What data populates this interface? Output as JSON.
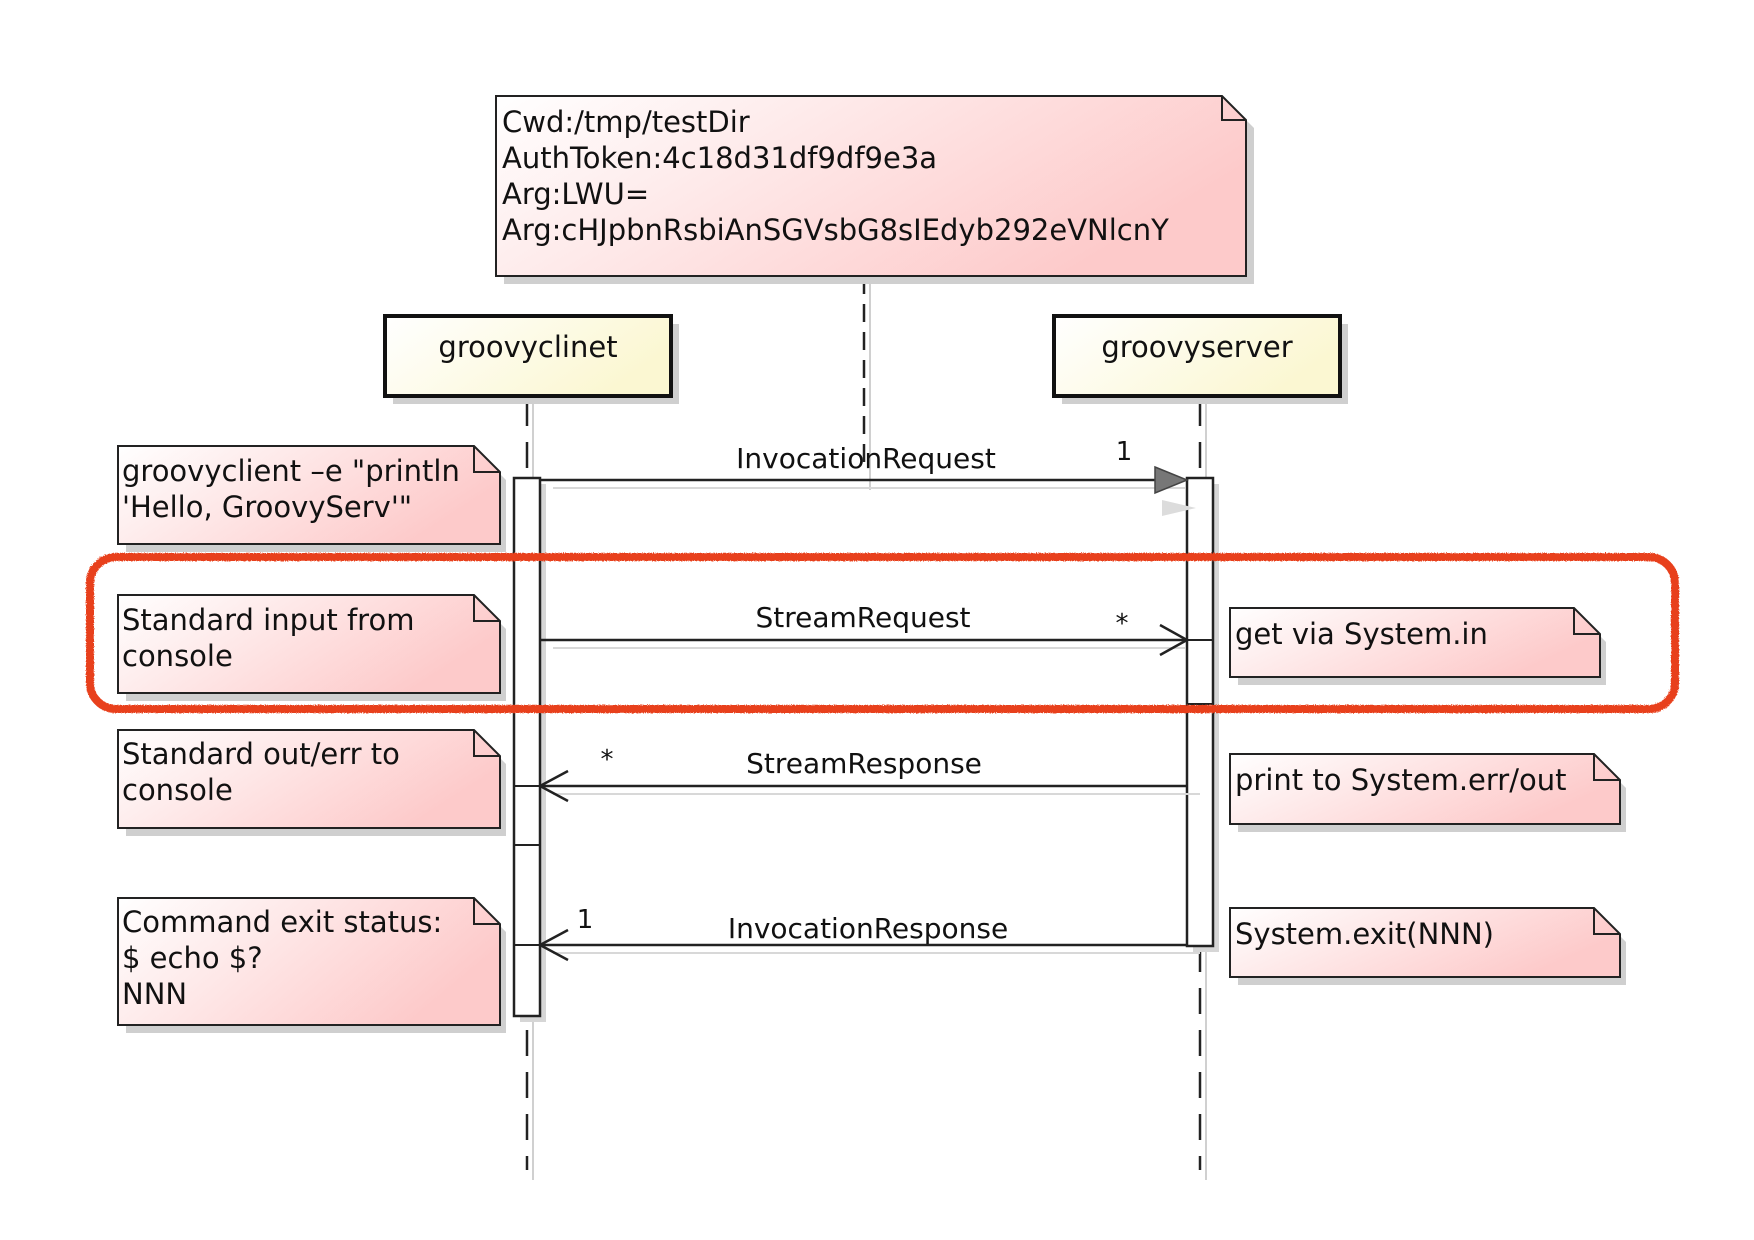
{
  "diagram": {
    "type": "UML sequence diagram",
    "lifelines": [
      {
        "id": "client",
        "label": "groovyclinet"
      },
      {
        "id": "server",
        "label": "groovyserver"
      }
    ],
    "header_note": {
      "lines": [
        "Cwd:/tmp/testDir",
        "AuthToken:4c18d31df9df9e3a",
        "Arg:LWU=",
        "Arg:cHJpbnRsbiAnSGVsbG8sIEdyb292eVNlcnY"
      ]
    },
    "messages": [
      {
        "label": "InvocationRequest",
        "from": "client",
        "to": "server",
        "multiplicity": "1",
        "arrow": "filled"
      },
      {
        "label": "StreamRequest",
        "from": "client",
        "to": "server",
        "multiplicity": "*",
        "arrow": "open"
      },
      {
        "label": "StreamResponse",
        "from": "server",
        "to": "client",
        "multiplicity": "*",
        "arrow": "open"
      },
      {
        "label": "InvocationResponse",
        "from": "server",
        "to": "client",
        "multiplicity": "1",
        "arrow": "open"
      }
    ],
    "client_notes": [
      {
        "lines": [
          "groovyclient –e \"println",
          "'Hello, GroovyServ'\""
        ]
      },
      {
        "lines": [
          "Standard input from",
          "console"
        ]
      },
      {
        "lines": [
          "Standard out/err to",
          "console"
        ]
      },
      {
        "lines": [
          "Command exit status:",
          "$ echo $?",
          "NNN"
        ]
      }
    ],
    "server_notes": [
      {
        "lines": [
          "get via System.in"
        ]
      },
      {
        "lines": [
          "print to System.err/out"
        ]
      },
      {
        "lines": [
          "System.exit(NNN)"
        ]
      }
    ],
    "highlight": {
      "color": "#e8401c",
      "encloses": "StreamRequest"
    },
    "colors": {
      "note_fill_start": "#ffffff",
      "note_fill_end": "#fdcaca",
      "lifeline_fill_start": "#ffffff",
      "lifeline_fill_end": "#fbf7d2",
      "stroke": "#222222",
      "shadow": "#c8c8c8"
    }
  }
}
